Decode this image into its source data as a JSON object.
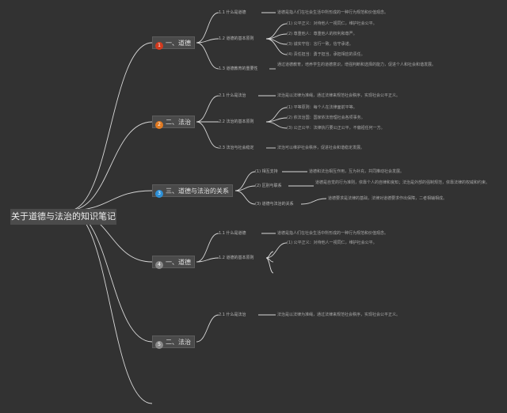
{
  "root": {
    "title": "关于道德与法治的知识笔记"
  },
  "topics": [
    {
      "label": "一、道德",
      "badge": "1",
      "color": "#d23a1e"
    },
    {
      "label": "二、法治",
      "badge": "2",
      "color": "#e07a22"
    },
    {
      "label": "三、道德与法治的关系",
      "badge": "3",
      "color": "#2d8fd6"
    },
    {
      "label": "一、道德",
      "badge": "4",
      "color": "#8a8a8a"
    },
    {
      "label": "二、法治",
      "badge": "5",
      "color": "#8a8a8a"
    }
  ],
  "subs": [
    {
      "label": "1.1 什么是道德",
      "desc": "道德是指人们在社会生活中所形成的一种行为规范和价值观念。"
    },
    {
      "label": "1.2 道德的基本原则",
      "leaves": [
        "(1) 公平正义：对待他人一视同仁，维护社会公平。",
        "(2) 尊重他人：尊重他人的权利和尊严。",
        "(3) 诚实守信：言行一致，信守承诺。",
        "(4) 责任担当：勇于担当，承担相应的责任。"
      ]
    },
    {
      "label": "1.3 道德教育的重要性",
      "desc": "通过道德教育，培养学生的道德意识，增强判断和选择的能力，促进个人和社会和谐发展。"
    },
    {
      "label": "2.1 什么是法治",
      "desc": "法治是以法律为准绳，通过法律来规范社会秩序，实现社会公平正义。"
    },
    {
      "label": "2.2 法治的基本原则",
      "leaves": [
        "(1) 平等原则：每个人在法律面前平等。",
        "(2) 依法治国：国家依法管理社会各项事务。",
        "(3) 公正公平：法律执行要公正公平，不偏袒任何一方。"
      ]
    },
    {
      "label": "2.3 法治与社会稳定",
      "desc": "法治可以维护社会秩序，促进社会和谐稳定发展。"
    },
    {
      "label": "(1) 相互支持",
      "desc": "道德和法治相互作用，互为补充，共同推动社会发展。"
    },
    {
      "label": "(2) 区别与联系",
      "desc": "道德是自觉的行为准则，依靠个人的自律和良知；法治是外部的强制规范，依靠法律的权威和约束。"
    },
    {
      "label": "(3) 道德与法治的关系",
      "desc": "道德要求是法律的基础，法律对道德要求作出保障，二者相辅相成。"
    },
    {
      "label": "1.1 什么是道德",
      "desc": "道德是指人们在社会生活中所形成的一种行为规范和价值观念。"
    },
    {
      "label": "1.2 道德的基本原则",
      "leaves": [
        "(1) 公平正义：对待他人一视同仁，维护社会公平。"
      ]
    },
    {
      "label": "2.1 什么是法治",
      "desc": "法治是以法律为准绳，通过法律来规范社会秩序，实现社会公平正义。"
    }
  ]
}
